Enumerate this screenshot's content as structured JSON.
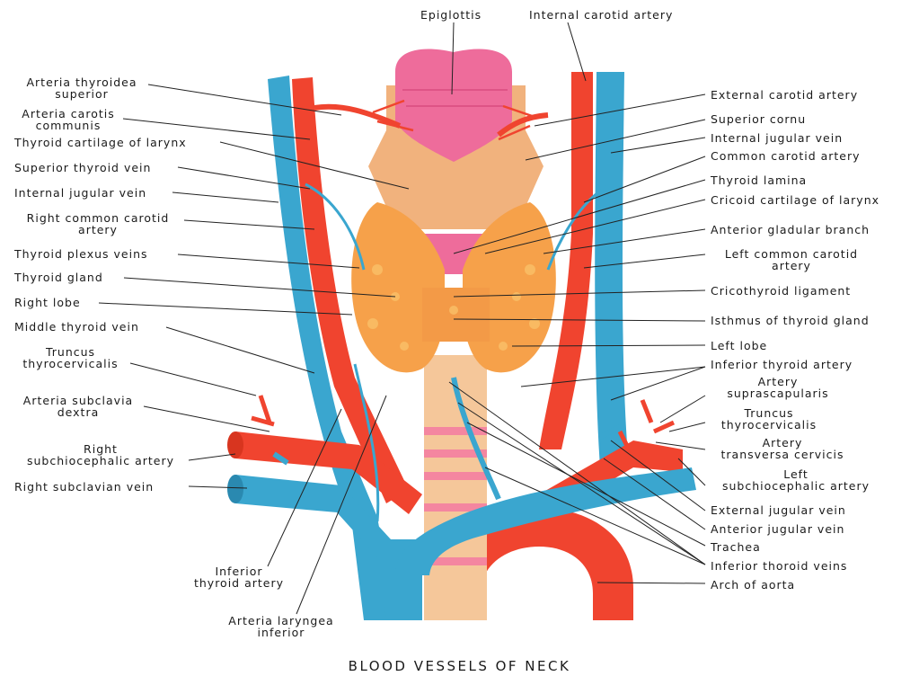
{
  "title": "BLOOD VESSELS OF NECK",
  "colors": {
    "artery": "#f0442f",
    "vein": "#3aa6cf",
    "gland": "#f6a14a",
    "cartilage": "#f1b27d",
    "epiglottis": "#ee6c9b",
    "trachea_ring": "#f47ba2"
  },
  "labels": {
    "epiglottis": "Epiglottis",
    "internal_carotid_artery": "Internal carotid artery",
    "arteria_thyroidea_superior": "Arteria thyroidea\nsuperior",
    "arteria_carotis_communis": "Arteria carotis\ncommunis",
    "thyroid_cartilage_of_larynx": "Thyroid cartilage of larynx",
    "superior_thyroid_vein": "Superior thyroid vein",
    "internal_jugular_vein_left": "Internal jugular vein",
    "right_common_carotid_artery": "Right common carotid\nartery",
    "thyroid_plexus_veins": "Thyroid  plexus veins",
    "thyroid_gland": "Thyroid  gland",
    "right_lobe": "Right lobe",
    "middle_thyroid_vein": "Middle thyroid vein",
    "truncus_thyrocervicalis_left": "Truncus\nthyrocervicalis",
    "arteria_subclavia_dextra": "Arteria subclavia\ndextra",
    "right_subchiocephalic_artery": "Right\nsubchiocephalic artery",
    "right_subclavian_vein": "Right subclavian  vein",
    "inferior_thyroid_artery_bottom": "Inferior\nthyroid artery",
    "arteria_laryngea_inferior": "Arteria laryngea\ninferior",
    "external_carotid_artery": "External carotid artery",
    "superior_cornu": "Superior  cornu",
    "internal_jugular_vein_right": "Internal jugular vein",
    "common_carotid_artery": "Common carotid artery",
    "thyroid_lamina": "Thyroid  lamina",
    "cricoid_cartilage_of_larynx": "Cricoid cartilage of larynx",
    "anterior_gladular_branch": "Anterior gladular branch",
    "left_common_carotid_artery": "Left common carotid\nartery",
    "cricothyroid_ligament": "Cricothyroid  ligament",
    "isthmus_of_thyroid_gland": "Isthmus of thyroid gland",
    "left_lobe": "Left lobe",
    "inferior_thyroid_artery_right": "Inferior thyroid artery",
    "artery_suprascapularis": "Artery\nsuprascapularis",
    "truncus_thyrocervicalis_right": "Truncus\nthyrocervicalis",
    "artery_transversa_cervicis": "Artery\ntransversa cervicis",
    "left_subchiocephalic_artery": "Left\nsubchiocephalic artery",
    "external_jugular_vein": "External jugular vein",
    "anterior_jugular_vein": "Anterior jugular vein",
    "trachea": "Trachea",
    "inferior_thoroid_veins": "Inferior thoroid veins",
    "arch_of_aorta": "Arch of aorta"
  }
}
